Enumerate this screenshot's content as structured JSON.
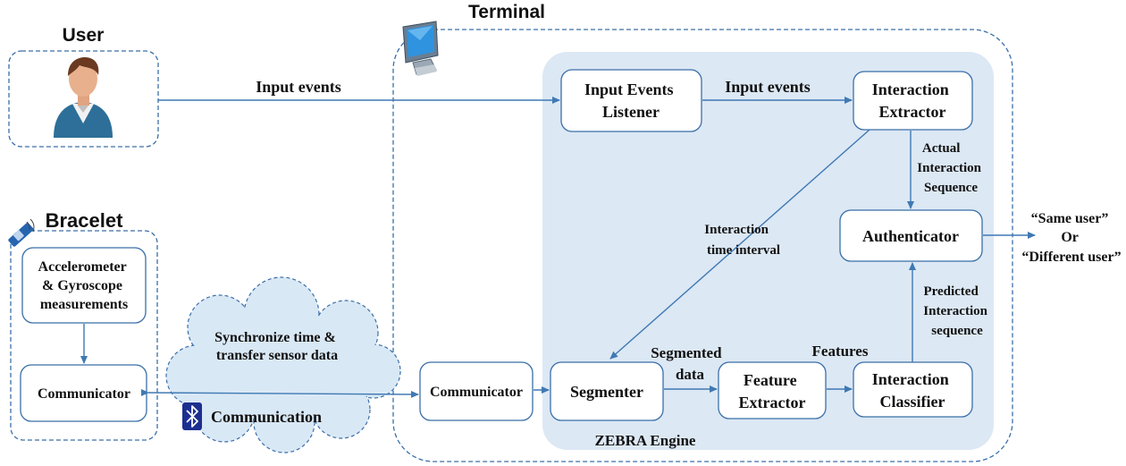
{
  "headers": {
    "terminal": "Terminal",
    "user": "User",
    "bracelet": "Bracelet"
  },
  "boxes": {
    "input_events_listener": [
      "Input Events",
      "Listener"
    ],
    "interaction_extractor": [
      "Interaction",
      "Extractor"
    ],
    "authenticator": "Authenticator",
    "segmenter": "Segmenter",
    "feature_extractor": [
      "Feature",
      "Extractor"
    ],
    "interaction_classifier": [
      "Interaction",
      "Classifier"
    ],
    "terminal_communicator": "Communicator",
    "bracelet_communicator": "Communicator",
    "sensor_measurements": [
      "Accelerometer",
      "& Gyroscope",
      "measurements"
    ]
  },
  "labels": {
    "input_events_user": "Input events",
    "input_events_internal": "Input events",
    "actual_interaction_sequence": [
      "Actual",
      "Interaction",
      "Sequence"
    ],
    "interaction_time_interval": [
      "Interaction",
      "time interval"
    ],
    "segmented_data": [
      "Segmented",
      "data"
    ],
    "features": "Features",
    "predicted_interaction_sequence": [
      "Predicted",
      "Interaction",
      "sequence"
    ],
    "output": [
      "“Same user”",
      "Or",
      "“Different user”"
    ],
    "cloud_text": [
      "Synchronize time &",
      "transfer sensor data"
    ],
    "communication": "Communication",
    "engine_name": "ZEBRA Engine"
  },
  "icons": [
    "monitor-icon",
    "user-avatar-icon",
    "bracelet-icon",
    "bluetooth-icon"
  ],
  "colors": {
    "line": "#3a6fa8",
    "engine_fill": "#dce8f4",
    "bluetooth_bg": "#1c2f8f"
  }
}
